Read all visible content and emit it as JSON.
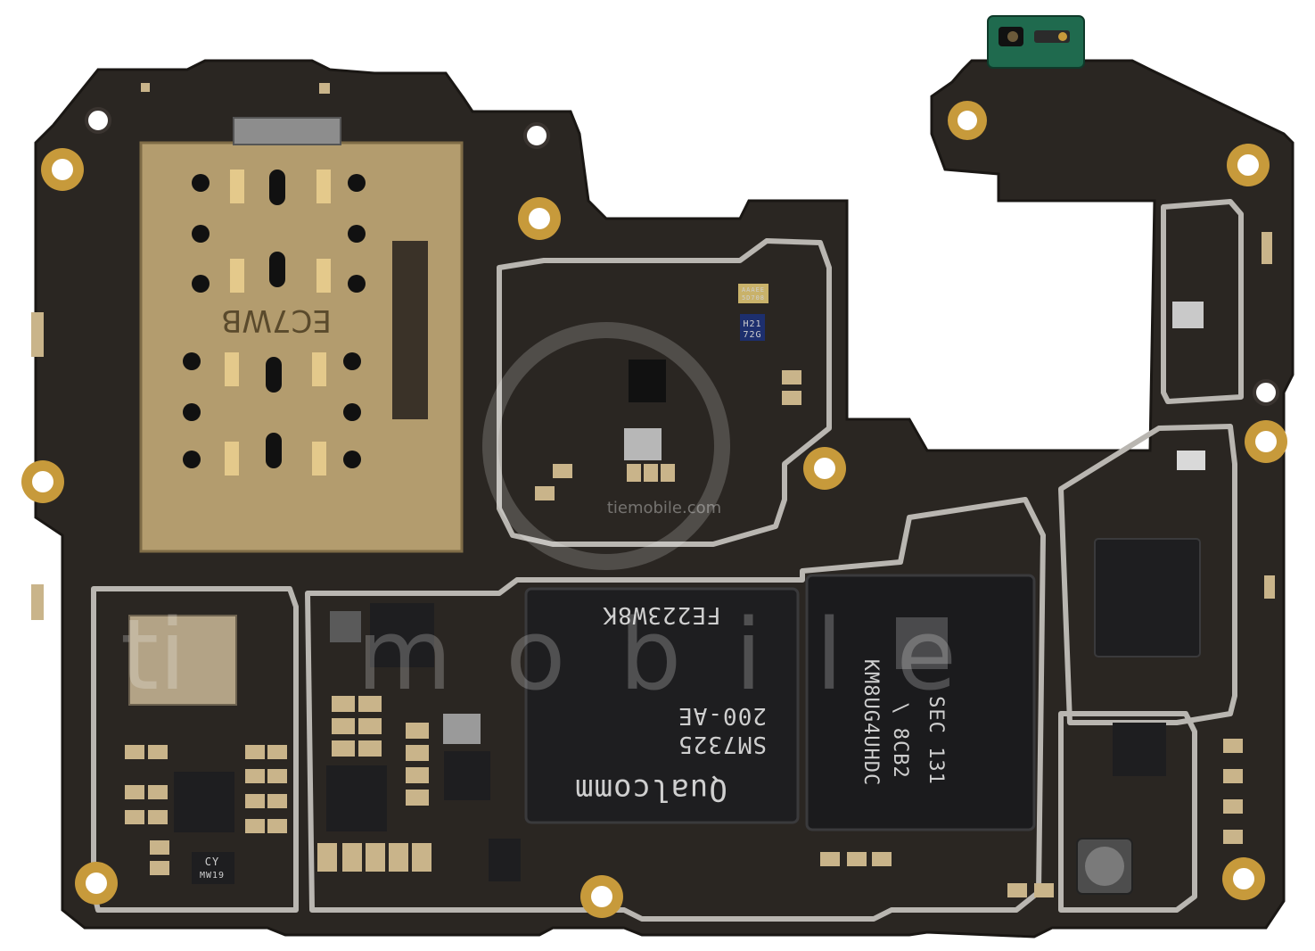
{
  "photo": {
    "subject": "Smartphone motherboard (PCB) photographed from above",
    "colors": {
      "background": "#ffffff",
      "pcb": "#2a2622",
      "pcb_shadow": "#1c1916",
      "shield_frame": "#b9b6b1",
      "gold": "#c79a3b",
      "sim_tray": "#b39c6e",
      "chip": "#1e1e20",
      "chip_edge": "#3a3a3c"
    }
  },
  "labels": {
    "sim_slot": "EC7WB",
    "soc_code": "FE223W8K",
    "soc_model_1": "200-AE",
    "soc_model_2": "SM7325",
    "soc_brand": "Qualcomm",
    "mem_line_1": "SEC 131",
    "mem_line_2": "\\ 8CB2",
    "mem_line_3": "KM8UG4UHDC",
    "small_ic_1": "H21",
    "small_ic_2": "72G",
    "pmic_mark_1": "CY",
    "pmic_mark_2": "MW19",
    "tag_1": "AAAEE",
    "tag_2": "5D708"
  },
  "watermark": {
    "main": "mobile",
    "prefix": "ti",
    "url": "tiemobile.com"
  }
}
